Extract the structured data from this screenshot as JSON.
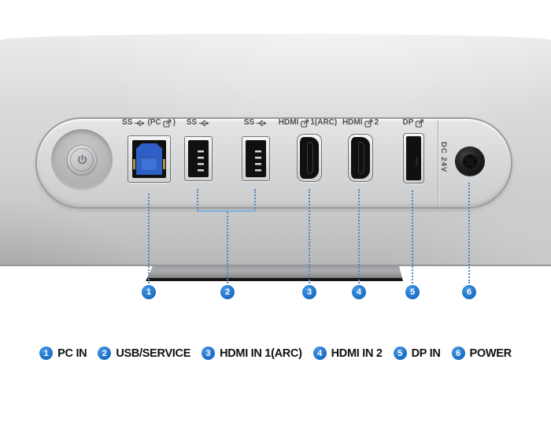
{
  "diagram": {
    "type": "monitor-rear-port-panel",
    "port_labels": {
      "usb_pc": {
        "ss": "SS",
        "open": "(PC",
        "close": ")"
      },
      "usb_1": {
        "ss": "SS"
      },
      "usb_2": {
        "ss": "SS"
      },
      "hdmi_1": {
        "name": "HDMI",
        "suffix": "1(ARC)"
      },
      "hdmi_2": {
        "name": "HDMI",
        "suffix": "2"
      },
      "dp": {
        "name": "DP"
      },
      "dc": "DC 24V"
    },
    "callouts": [
      "1",
      "2",
      "3",
      "4",
      "5",
      "6"
    ],
    "legend": [
      {
        "n": "1",
        "label": "PC IN"
      },
      {
        "n": "2",
        "label": "USB/SERVICE"
      },
      {
        "n": "3",
        "label": "HDMI IN 1(ARC)"
      },
      {
        "n": "4",
        "label": "HDMI IN 2"
      },
      {
        "n": "5",
        "label": "DP IN"
      },
      {
        "n": "6",
        "label": "POWER"
      }
    ],
    "icons": {
      "power": "power-icon",
      "ss_usb": "usb-superspeed-trident-icon",
      "service": "external-device-arrow-icon"
    },
    "colors": {
      "callout_blue": "#1e76d0",
      "usb_connector_blue": "#2d5fc6",
      "label_text": "#4f5052",
      "legend_text": "#111111",
      "body_gray": "#d5d6d8"
    }
  }
}
